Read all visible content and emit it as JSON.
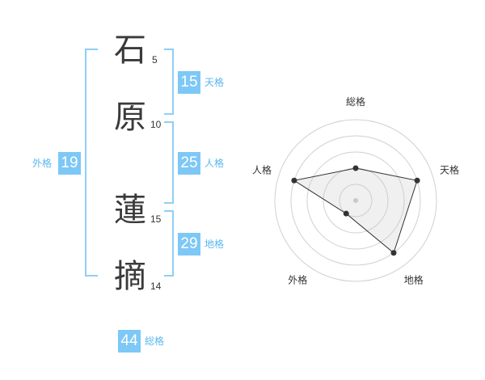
{
  "name_chars": [
    {
      "char": "石",
      "strokes": "5"
    },
    {
      "char": "原",
      "strokes": "10"
    },
    {
      "char": "蓮",
      "strokes": "15"
    },
    {
      "char": "摘",
      "strokes": "14"
    }
  ],
  "fortunes": {
    "tenkaku": {
      "value": "15",
      "label": "天格"
    },
    "jinkaku": {
      "value": "25",
      "label": "人格"
    },
    "chikaku": {
      "value": "29",
      "label": "地格"
    },
    "gaikaku": {
      "value": "19",
      "label": "外格"
    },
    "soukaku": {
      "value": "44",
      "label": "総格"
    }
  },
  "colors": {
    "accent": "#7dc8f6",
    "bracket": "#8fcff5",
    "label": "#5bb7ef"
  },
  "chart_data": {
    "type": "radar",
    "axes": [
      "総格",
      "天格",
      "地格",
      "外格",
      "人格"
    ],
    "values": [
      2,
      4,
      4,
      1,
      4
    ],
    "max": 5,
    "rings": 5
  }
}
